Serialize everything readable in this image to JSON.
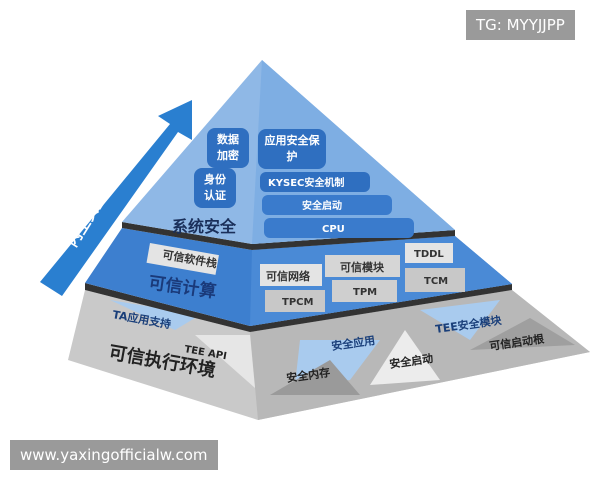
{
  "watermark_top": "TG: MYYJJPP",
  "watermark_bottom": "www.yaxingofficialw.com",
  "arrow_label": "内生安全体系",
  "colors": {
    "top": "#8fb8e6",
    "middle": "#3d7fcf",
    "bottom": "#c8c8c8",
    "arrow": "#2a7fd0",
    "box": "#2f6fc0"
  },
  "top_layer": {
    "title": "系统安全",
    "left": [
      "数据加密",
      "身份认证"
    ],
    "right": [
      "应用安全保护",
      "KYSEC安全机制",
      "安全启动",
      "CPU"
    ]
  },
  "middle_layer": {
    "title": "可信计算",
    "items": [
      "可信软件栈",
      "可信网络",
      "可信模块",
      "TDDL",
      "TPCM",
      "TPM",
      "TCM"
    ]
  },
  "bottom_layer": {
    "title": "可信执行环境",
    "items": [
      "TA应用支持",
      "TEE API",
      "安全应用",
      "TEE安全模块",
      "安全内存",
      "安全启动",
      "可信启动根"
    ]
  }
}
